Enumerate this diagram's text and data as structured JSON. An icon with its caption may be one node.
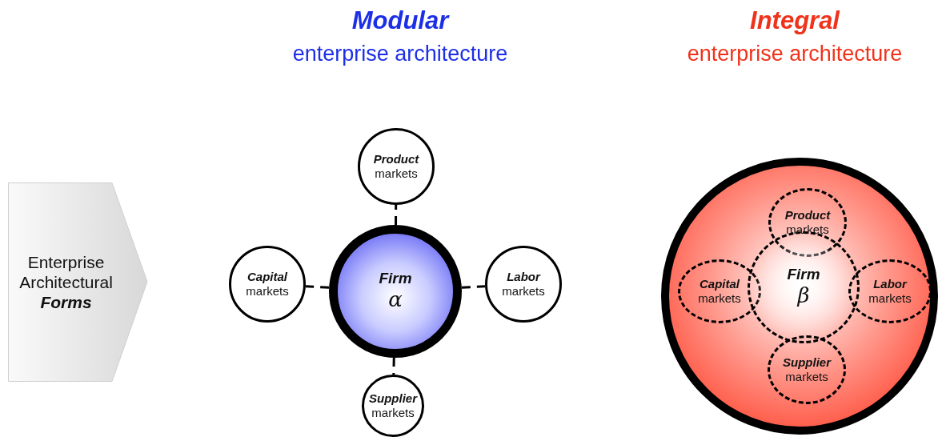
{
  "diagram": {
    "nodes": [
      {
        "text": [
          "Enterprise Architectural",
          "Forms"
        ]
      },
      {
        "text": [
          "Firm",
          "α"
        ]
      },
      {
        "text": [
          "Product",
          "markets"
        ]
      },
      {
        "text": [
          "Capital",
          "markets"
        ]
      },
      {
        "text": [
          "Labor",
          "markets"
        ]
      },
      {
        "text": [
          "Supplier",
          "markets"
        ]
      },
      {
        "text": [],
        "shape": "circle"
      },
      {
        "text": [
          "Product",
          "markets"
        ],
        "in": 6
      },
      {
        "text": [
          "Capital",
          "markets"
        ],
        "in": 6
      },
      {
        "text": [
          "Firm",
          "β"
        ],
        "in": 6
      },
      {
        "text": [
          "Labor",
          "markets"
        ],
        "in": 6
      },
      {
        "text": [
          "Supplier",
          "markets"
        ],
        "in": 6
      }
    ],
    "edges": [
      {
        "from": 1,
        "to": 2,
        "arrow": "none",
        "style": "dashed"
      },
      {
        "from": 1,
        "to": 3,
        "arrow": "none",
        "style": "dashed"
      },
      {
        "from": 1,
        "to": 4,
        "arrow": "none",
        "style": "dashed"
      },
      {
        "from": 1,
        "to": 5,
        "arrow": "none",
        "style": "dashed"
      }
    ],
    "labels": [
      "Modular",
      "enterprise architecture",
      "Integral",
      "enterprise architecture"
    ]
  }
}
